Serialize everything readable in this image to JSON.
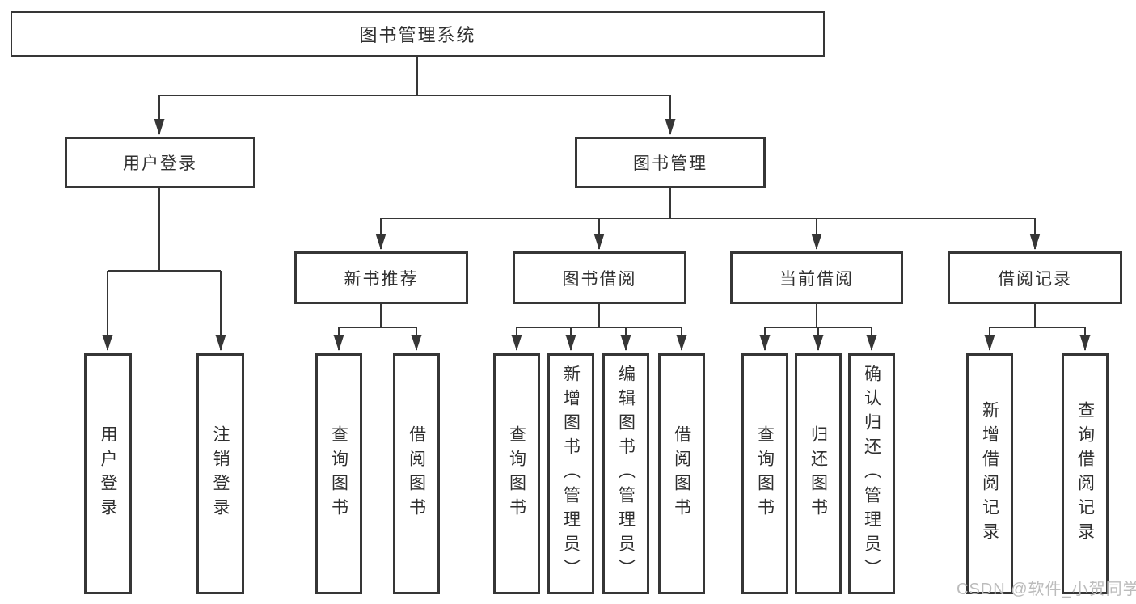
{
  "diagram_title": "图书管理系统",
  "tree": {
    "root": {
      "label": "图书管理系统"
    },
    "branches": [
      {
        "label": "用户登录",
        "children": [
          {
            "label": "用户登录"
          },
          {
            "label": "注销登录"
          }
        ]
      },
      {
        "label": "图书管理",
        "children": [
          {
            "label": "新书推荐",
            "children": [
              {
                "label": "查询图书"
              },
              {
                "label": "借阅图书"
              }
            ]
          },
          {
            "label": "图书借阅",
            "children": [
              {
                "label": "查询图书"
              },
              {
                "label": "新增图书（管理员）"
              },
              {
                "label": "编辑图书（管理员）"
              },
              {
                "label": "借阅图书"
              }
            ]
          },
          {
            "label": "当前借阅",
            "children": [
              {
                "label": "查询图书"
              },
              {
                "label": "归还图书"
              },
              {
                "label": "确认归还（管理员）"
              }
            ]
          },
          {
            "label": "借阅记录",
            "children": [
              {
                "label": "新增借阅记录"
              },
              {
                "label": "查询借阅记录"
              }
            ]
          }
        ]
      }
    ]
  },
  "colors": {
    "line": "#363636",
    "text": "#2f2f2f",
    "watermark": "#bcbcbc",
    "background": "#ffffff"
  },
  "watermark": {
    "text": "CSDN @软件_小贺同学"
  }
}
